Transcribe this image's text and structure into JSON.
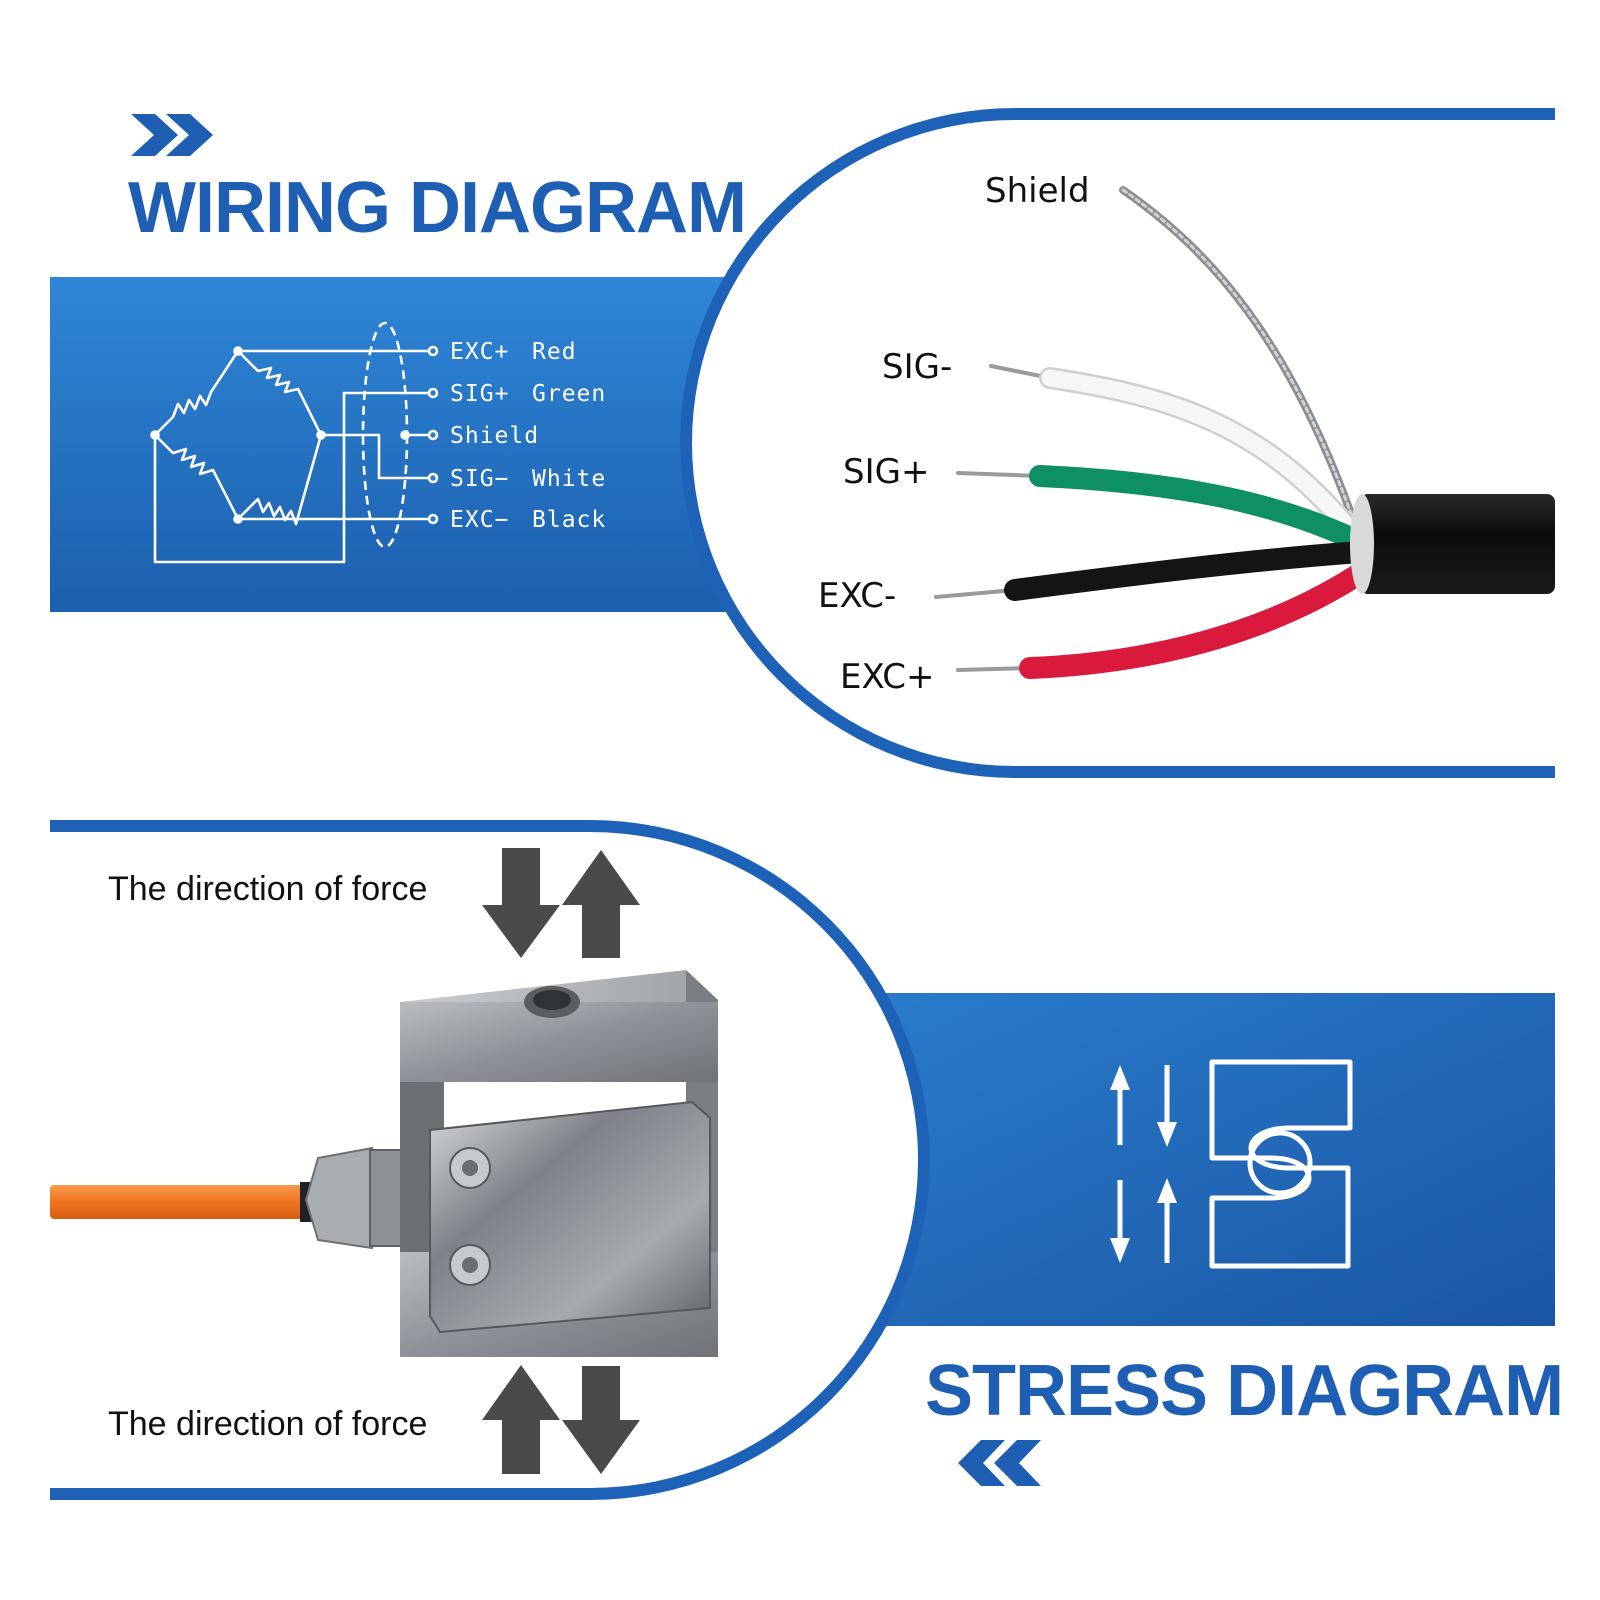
{
  "wiring": {
    "title": "WIRING DIAGRAM",
    "schematic_rows": [
      {
        "signal": "EXC+",
        "color": "Red"
      },
      {
        "signal": "SIG+",
        "color": "Green"
      },
      {
        "signal": "Shield",
        "color": ""
      },
      {
        "signal": "SIG−",
        "color": "White"
      },
      {
        "signal": "EXC−",
        "color": "Black"
      }
    ],
    "cable_labels": {
      "shield": "Shield",
      "sig_minus": "SIG-",
      "sig_plus": "SIG+",
      "exc_minus": "EXC-",
      "exc_plus": "EXC+"
    }
  },
  "stress": {
    "title": "STRESS DIAGRAM",
    "force_label_top": "The direction of force",
    "force_label_bottom": "The direction of force"
  },
  "colors": {
    "brand_blue": "#1e5fb4",
    "panel_blue": "#2c7dd0",
    "wire_red": "#d91a3c",
    "wire_green": "#0f8f64",
    "wire_black": "#141414",
    "wire_white": "#f4f4f4",
    "cable_orange": "#f07420"
  },
  "icons": [
    "double-chevron-right-icon",
    "double-chevron-left-icon",
    "force-arrows-icon",
    "s-beam-load-cell-icon"
  ]
}
